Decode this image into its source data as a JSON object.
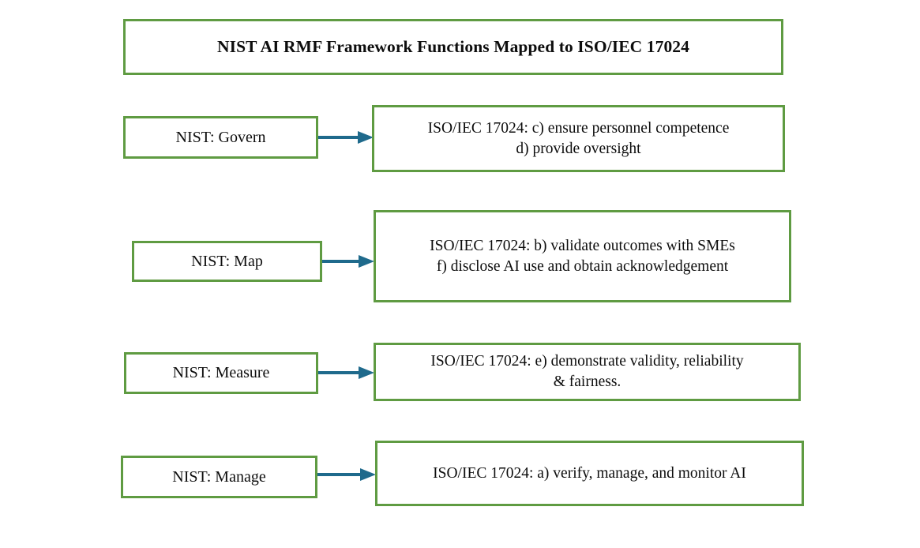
{
  "diagram": {
    "title": "NIST AI RMF Framework Functions Mapped to ISO/IEC 17024",
    "colors": {
      "box_border_green": "#5f9b42",
      "arrow_blue": "#1f6a8c",
      "background": "#ffffff",
      "text": "#0d0d0d"
    },
    "rows": [
      {
        "id": "govern",
        "nist_label": "NIST:  Govern",
        "iso_label": "ISO/IEC 17024: c) ensure personnel competence\nd) provide oversight",
        "arrow": "right-arrow"
      },
      {
        "id": "map",
        "nist_label": "NIST: Map",
        "iso_label": "ISO/IEC 17024: b) validate outcomes with SMEs\nf) disclose AI use and obtain acknowledgement",
        "arrow": "right-arrow"
      },
      {
        "id": "measure",
        "nist_label": "NIST:  Measure",
        "iso_label": "ISO/IEC 17024: e) demonstrate validity, reliability\n& fairness.",
        "arrow": "right-arrow"
      },
      {
        "id": "manage",
        "nist_label": "NIST:  Manage",
        "iso_label": "ISO/IEC 17024: a) verify, manage, and monitor AI",
        "arrow": "right-arrow"
      }
    ]
  }
}
